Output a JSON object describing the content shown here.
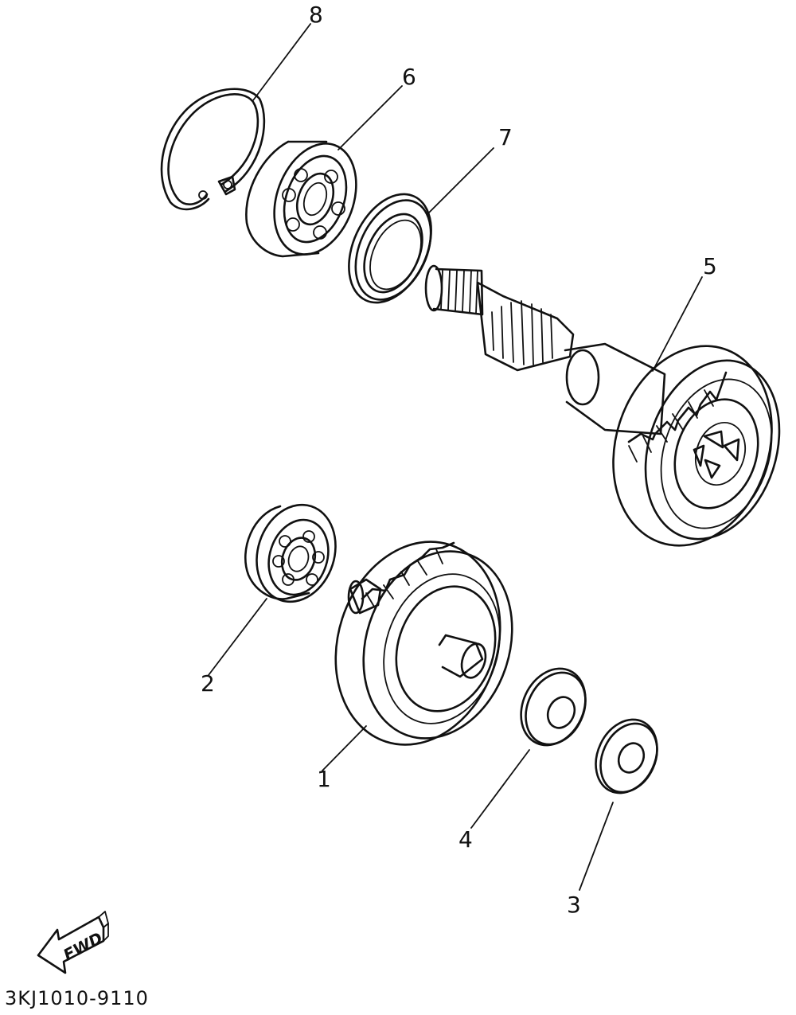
{
  "callouts": {
    "n1": "1",
    "n2": "2",
    "n3": "3",
    "n4": "4",
    "n5": "5",
    "n6": "6",
    "n7": "7",
    "n8": "8"
  },
  "fwd_label": "FWD",
  "diagram_code": "3KJ1010-9110"
}
